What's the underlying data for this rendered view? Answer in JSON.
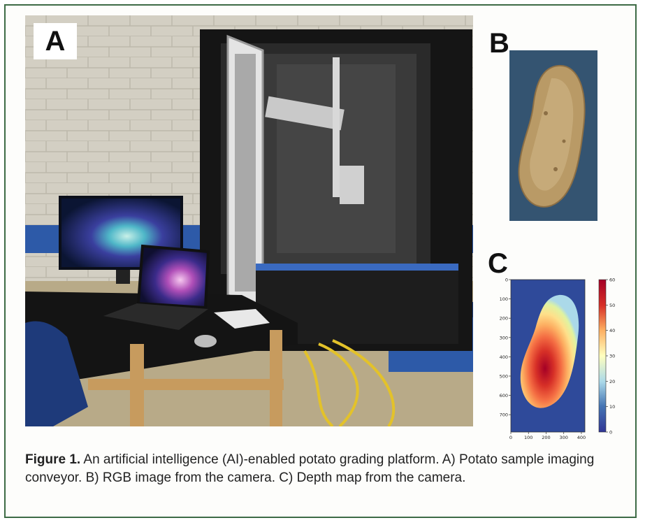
{
  "panels": {
    "a_label": "A",
    "b_label": "B",
    "c_label": "C"
  },
  "caption": {
    "prefix": "Figure 1.",
    "text": " An artificial intelligence (AI)-enabled potato grading platform. A) Potato sample imaging conveyor. B) RGB image from the camera. C) Depth map from the camera."
  },
  "chart_data": {
    "type": "heatmap",
    "x_ticks": [
      0,
      100,
      200,
      300,
      400
    ],
    "y_ticks": [
      0,
      100,
      200,
      300,
      400,
      500,
      600,
      700
    ],
    "colorbar_ticks": [
      0,
      10,
      20,
      30,
      40,
      50,
      60
    ],
    "colorbar_range": [
      0,
      60
    ],
    "colormap": "RdYlBu_r",
    "xlim": [
      0,
      420
    ],
    "ylim": [
      790,
      0
    ]
  },
  "colors": {
    "frame_border": "#3d6b45",
    "background_map": "#2f4a9a"
  }
}
